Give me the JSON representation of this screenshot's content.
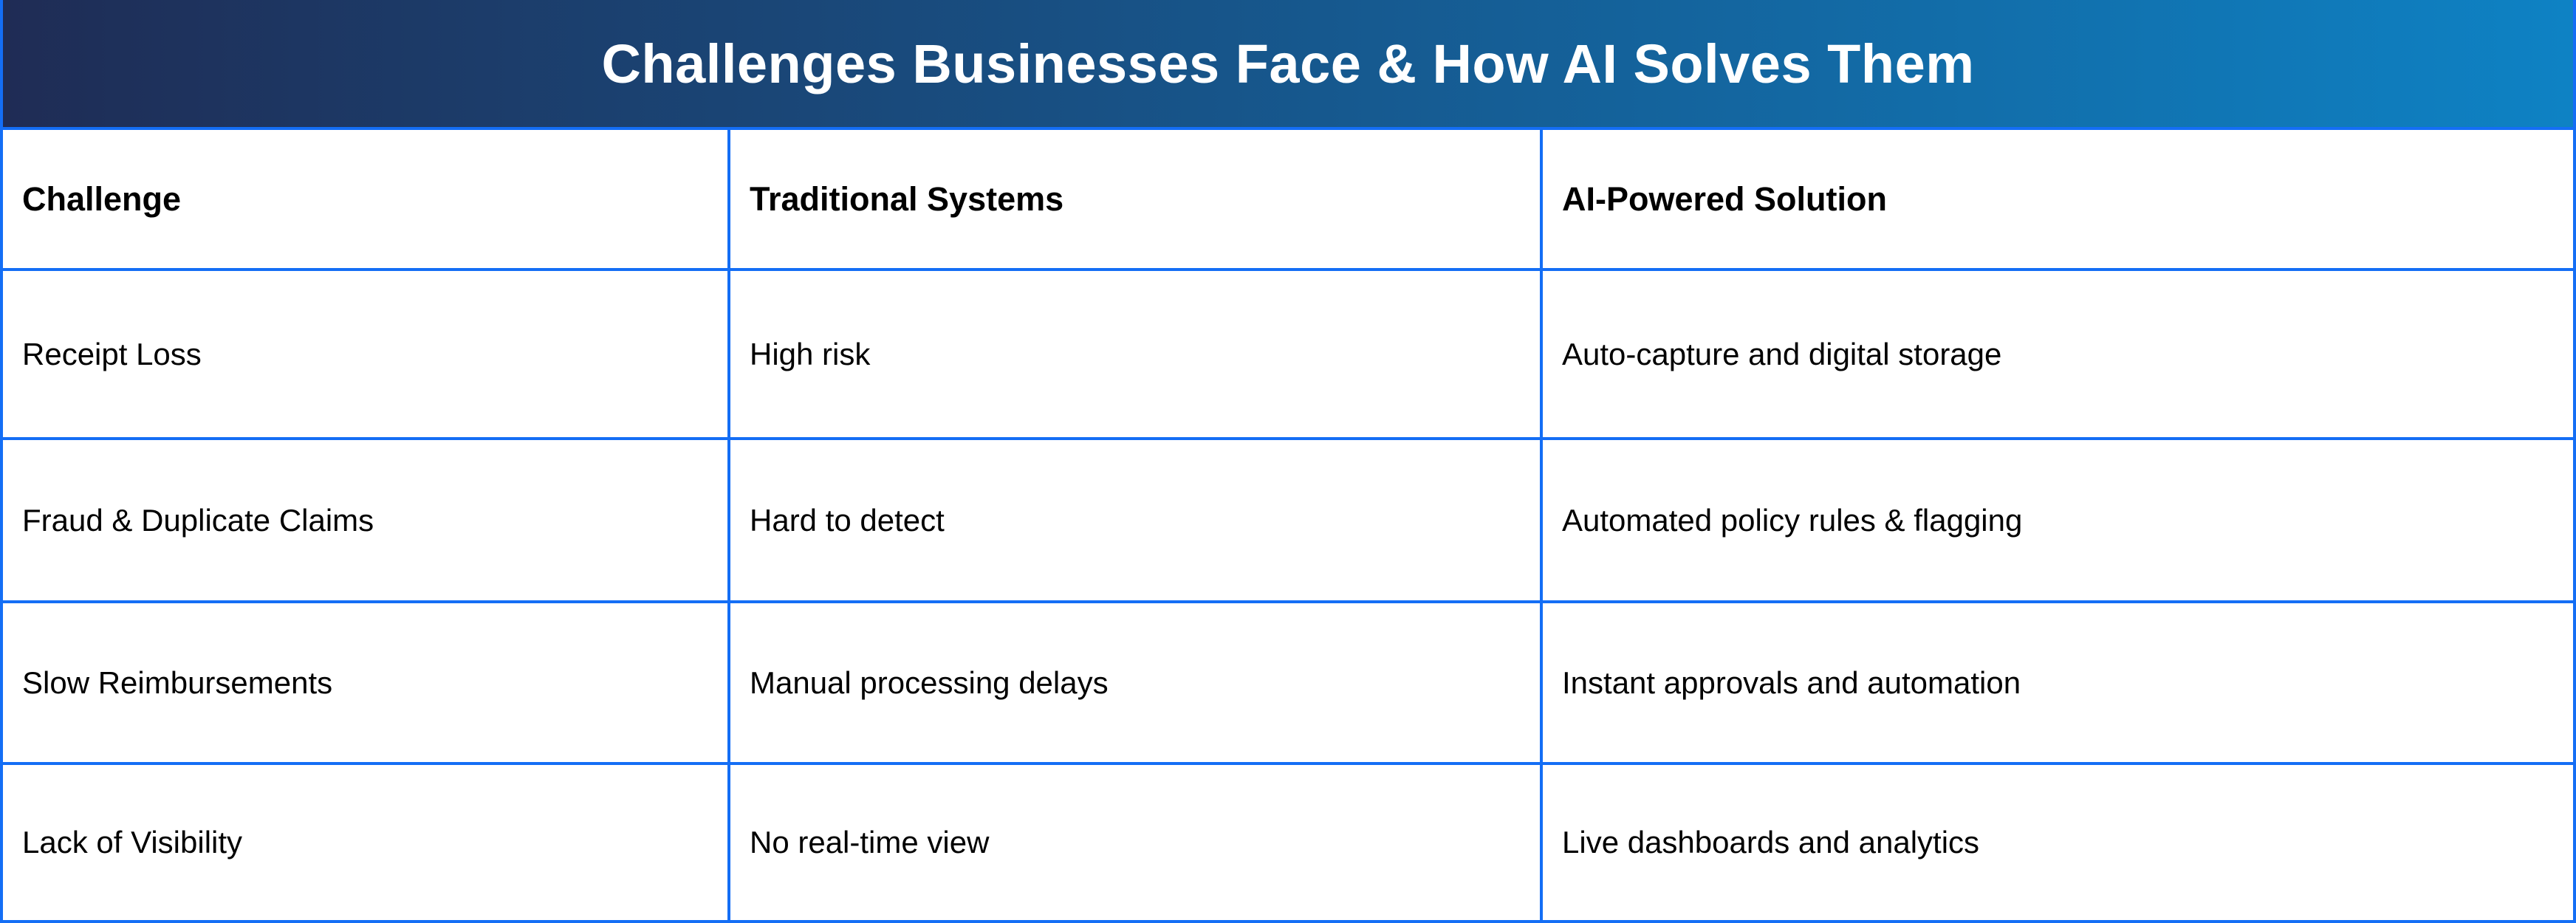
{
  "header": {
    "title": "Challenges Businesses Face & How AI Solves Them"
  },
  "table": {
    "columns": [
      "Challenge",
      "Traditional Systems",
      "AI-Powered Solution"
    ],
    "rows": [
      [
        "Receipt Loss",
        "High risk",
        "Auto-capture and digital storage"
      ],
      [
        "Fraud & Duplicate Claims",
        "Hard to detect",
        "Automated policy rules & flagging"
      ],
      [
        "Slow Reimbursements",
        "Manual processing delays",
        "Instant approvals and automation"
      ],
      [
        "Lack of Visibility",
        "No real-time view",
        "Live dashboards and analytics"
      ]
    ]
  },
  "colors": {
    "border_blue": "#146ef5",
    "header_gradient_start": "#1f2c55",
    "header_gradient_end": "#0e82c4",
    "title_text": "#ffffff",
    "cell_text": "#000000",
    "cell_background": "#ffffff"
  },
  "chart_data": {
    "type": "table",
    "title": "Challenges Businesses Face & How AI Solves Them",
    "columns": [
      "Challenge",
      "Traditional Systems",
      "AI-Powered Solution"
    ],
    "rows": [
      [
        "Receipt Loss",
        "High risk",
        "Auto-capture and digital storage"
      ],
      [
        "Fraud & Duplicate Claims",
        "Hard to detect",
        "Automated policy rules & flagging"
      ],
      [
        "Slow Reimbursements",
        "Manual processing delays",
        "Instant approvals and automation"
      ],
      [
        "Lack of Visibility",
        "No real-time view",
        "Live dashboards and analytics"
      ]
    ],
    "layout_hints": {
      "title_position": "top-banner",
      "title_background": "navy-to-blue horizontal gradient",
      "grid": "on",
      "grid_color": "#146ef5",
      "column_width_ratio": [
        0.282,
        0.315,
        0.403
      ]
    }
  }
}
